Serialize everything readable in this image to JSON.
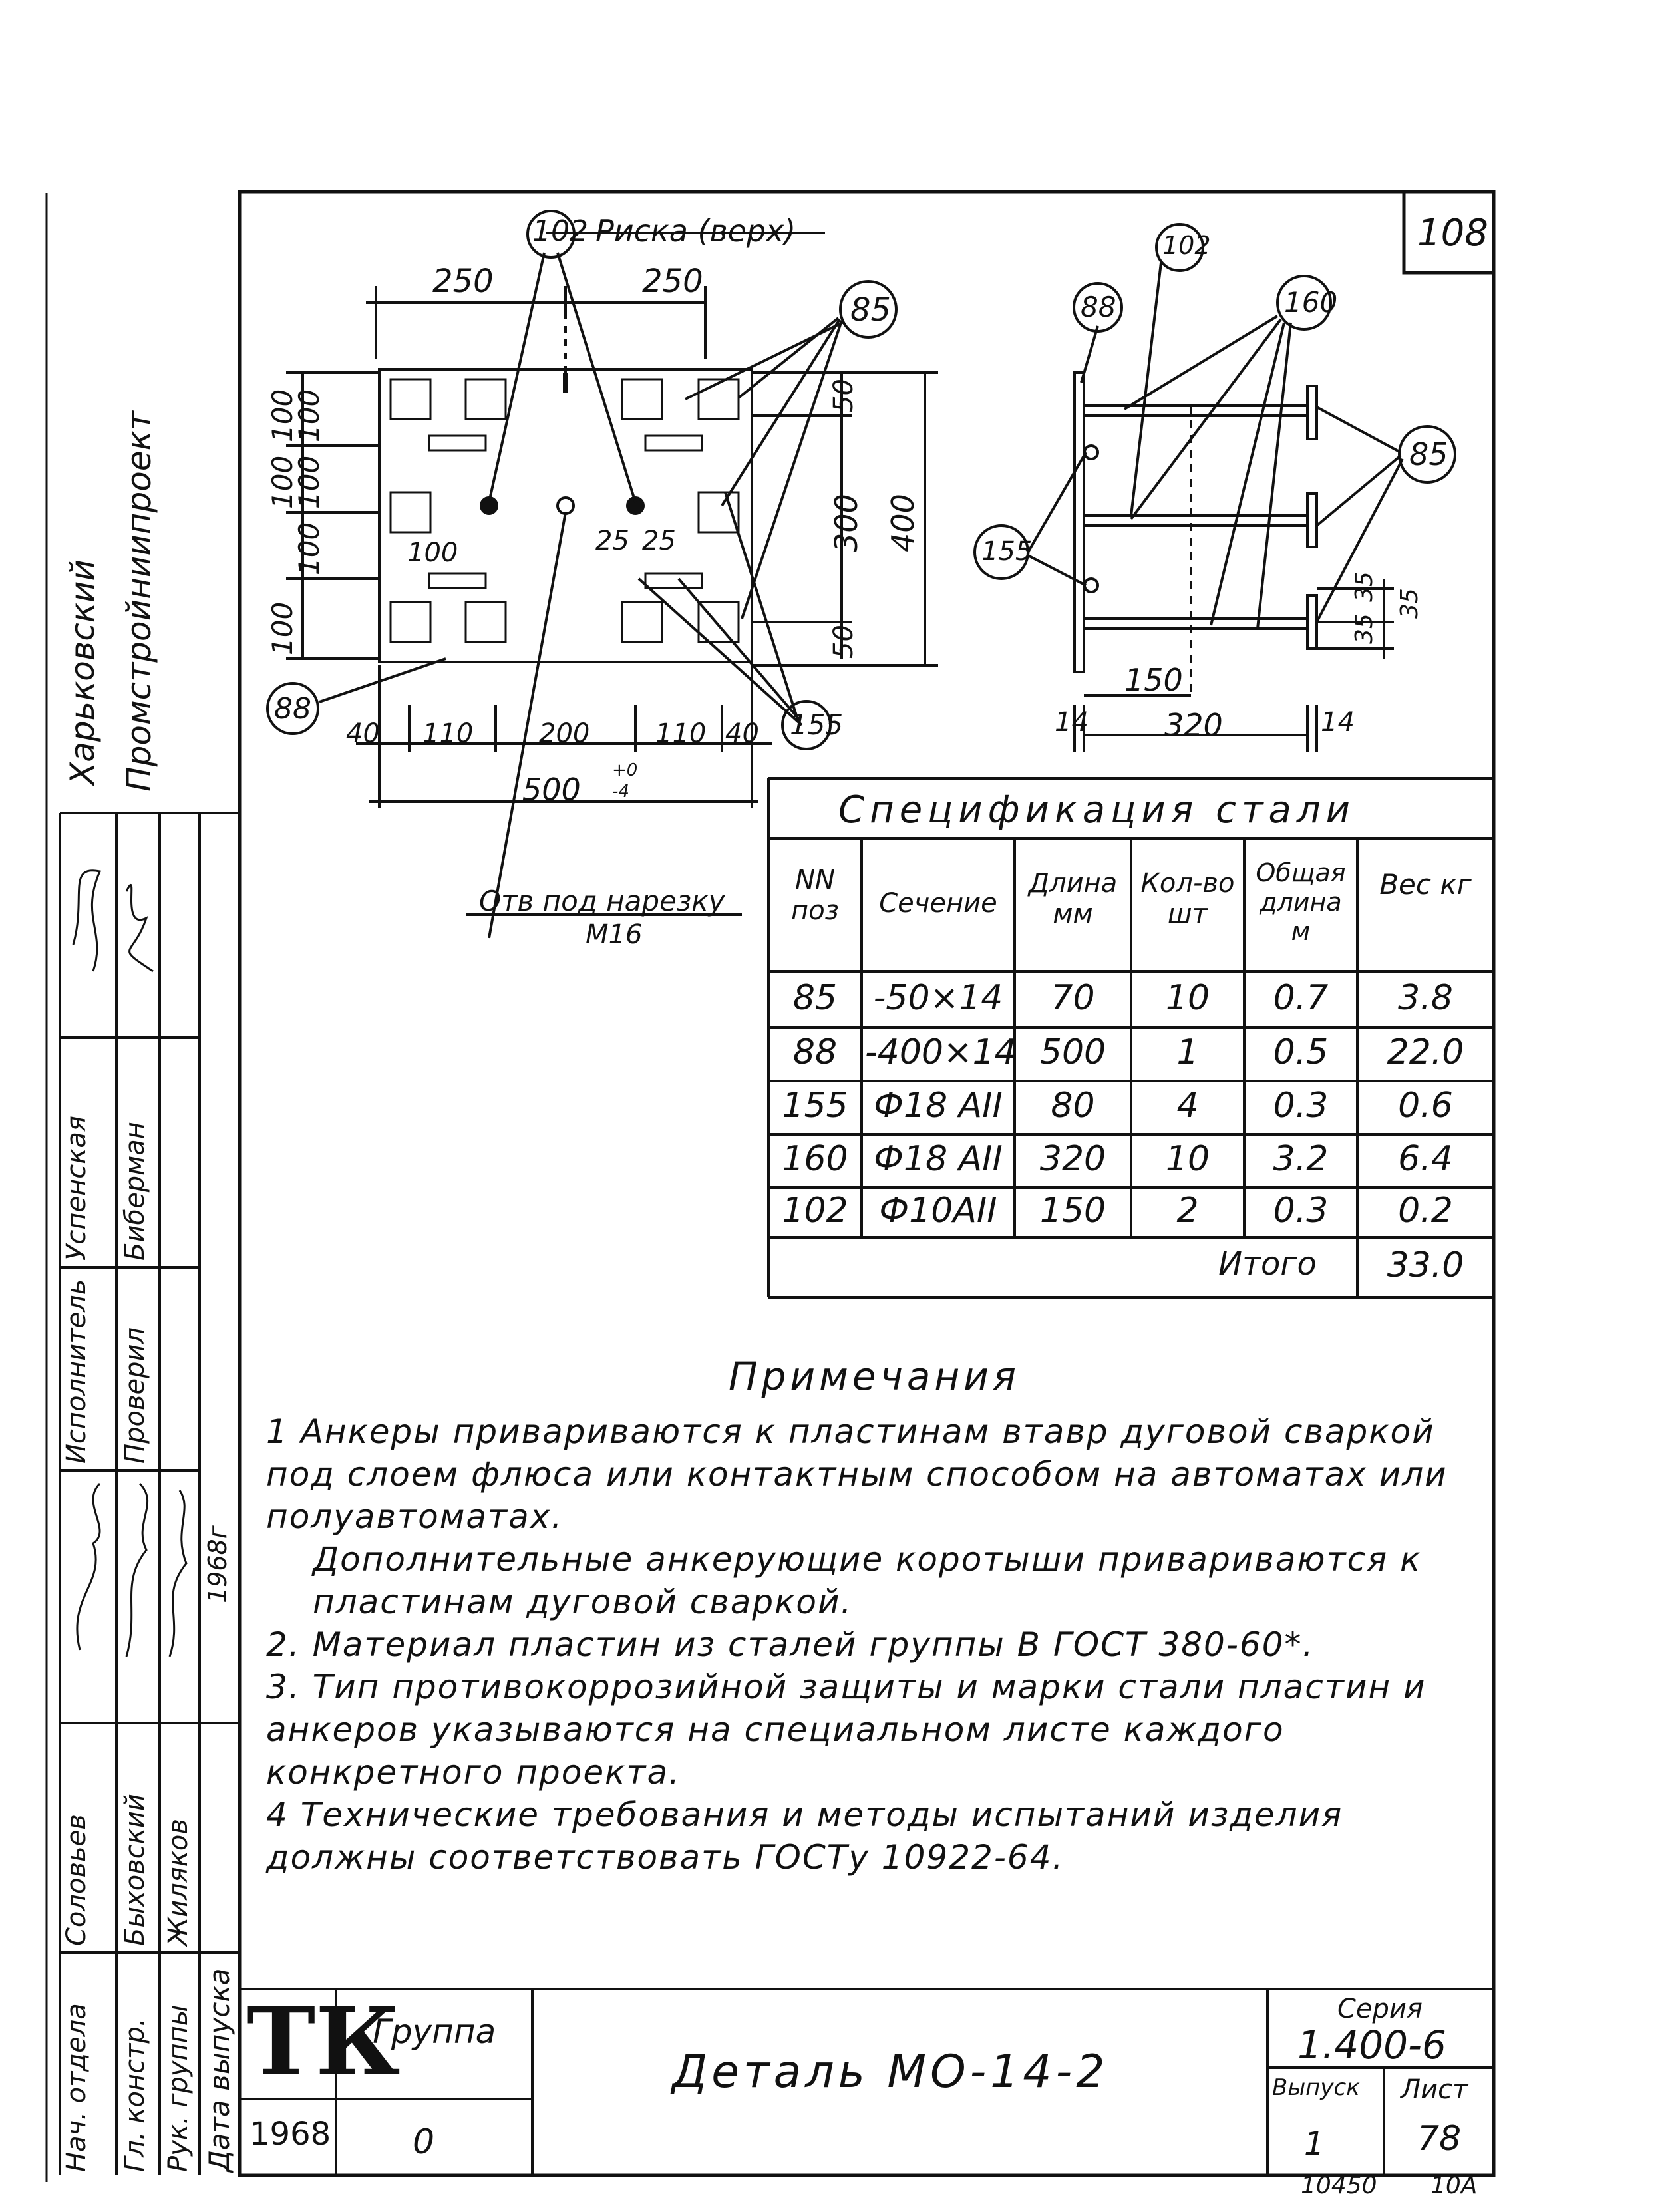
{
  "sheet_number": "108",
  "drawing": {
    "plan": {
      "callout_top_left": "102",
      "risk_label": "Риска (верх)",
      "dim_top_left": "250",
      "dim_top_right": "250",
      "callout_right": "85",
      "callout_left_bottom": "88",
      "callout_bottom_right": "155",
      "dim_left_stack": [
        "100",
        "100",
        "100",
        "100",
        "100"
      ],
      "dim_left_bottom": "100",
      "dim_inner_100": "100",
      "dim_25a": "25",
      "dim_25b": "25",
      "dim_right_50_top": "50",
      "dim_right_300": "300",
      "dim_right_50_bot": "50",
      "dim_right_400": "400",
      "dim_bottom": [
        "40",
        "110",
        "200",
        "110",
        "40"
      ],
      "dim_total": "500",
      "dim_tol_plus": "+0",
      "dim_tol_minus": "-4",
      "hole_label": "Отв под нарезку",
      "hole_label_2": "M16"
    },
    "side": {
      "callout_88": "88",
      "callout_102": "102",
      "callout_160": "160",
      "callout_85": "85",
      "callout_155": "155",
      "dim_150": "150",
      "dim_320": "320",
      "dim_14_left": "14",
      "dim_14_right": "14",
      "dim_35_top": "35",
      "dim_35_mid": "35",
      "dim_35_bot": "35"
    }
  },
  "spec": {
    "title": "Спецификация стали",
    "headers": [
      "NN поз",
      "Сечение",
      "Длина мм",
      "Кол-во шт",
      "Общая длина м",
      "Вес кг"
    ],
    "rows": [
      [
        "85",
        "-50×14",
        "70",
        "10",
        "0.7",
        "3.8"
      ],
      [
        "88",
        "-400×14",
        "500",
        "1",
        "0.5",
        "22.0"
      ],
      [
        "155",
        "Ф18 АII",
        "80",
        "4",
        "0.3",
        "0.6"
      ],
      [
        "160",
        "Ф18 АII",
        "320",
        "10",
        "3.2",
        "6.4"
      ],
      [
        "102",
        "Ф10АII",
        "150",
        "2",
        "0.3",
        "0.2"
      ]
    ],
    "total_label": "Итого",
    "total_value": "33.0"
  },
  "notes": {
    "title": "Примечания",
    "items": [
      "1 Анкеры привариваются к пластинам втавр дуговой сваркой под слоем флюса или контактным способом на автоматах или полуавтоматах.",
      "Дополнительные анкерующие коротыши привариваются к пластинам дуговой сваркой.",
      "2. Материал пластин из сталей группы В ГОСТ 380-60*.",
      "3. Тип противокоррозийной защиты и марки стали пластин и анкеров указываются на специальном листе каждого конкретного проекта.",
      "4 Технические требования и методы испытаний изделия должны соответствовать ГОСТу 10922-64."
    ]
  },
  "side_margin": {
    "org_line1": "Харьковский",
    "org_line2": "Промстройниипроект",
    "roles": [
      "Исполнитель",
      "Проверил"
    ],
    "role_names": [
      "Успенская",
      "Биберман"
    ],
    "lower_roles": [
      "Нач. отдела",
      "Гл. констр.",
      "Рук. группы"
    ],
    "lower_names": [
      "Соловьев",
      "Быховский",
      "Жиляков"
    ],
    "release_date_label": "Дата выпуска",
    "year_stamp": "1968г"
  },
  "title_block": {
    "logo": "ТК",
    "logo_year": "1968",
    "group_label": "Группа",
    "group_value": "0",
    "detail_title": "Деталь МО-14-2",
    "series_label": "Серия",
    "series_value": "1.400-6",
    "issue_label": "Выпуск",
    "issue_value": "1",
    "sheet_label": "Лист",
    "sheet_value": "78",
    "footer_code": "10450",
    "footer_code_2": "10А"
  }
}
